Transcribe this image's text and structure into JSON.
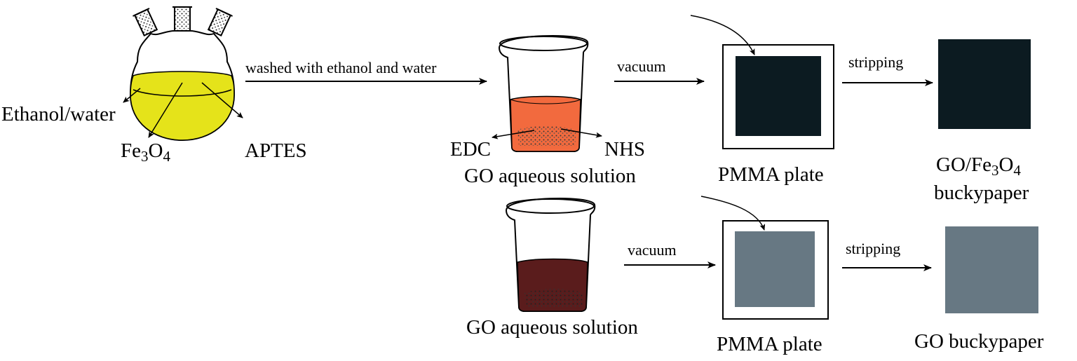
{
  "flask": {
    "solvent_label": "Ethanol/water",
    "magnetite_label": "Fe3O4",
    "magnetite_main": "Fe",
    "magnetite_sub1": "3",
    "magnetite_o": "O",
    "magnetite_sub2": "4",
    "silane_label": "APTES",
    "liquid_color": "#e5e31a"
  },
  "step_wash": {
    "label": "washed with ethanol and water"
  },
  "beaker_top": {
    "left_label": "EDC",
    "right_label": "NHS",
    "caption": "GO aqueous solution",
    "liquid_color": "#f26a3e"
  },
  "beaker_bottom": {
    "caption": "GO aqueous solution",
    "liquid_color": "#5a1c1c"
  },
  "vacuum_top": {
    "label": "vacuum"
  },
  "vacuum_bottom": {
    "label": "vacuum"
  },
  "plate_top": {
    "caption": "PMMA plate",
    "film_color": "#0c1b21"
  },
  "plate_bottom": {
    "caption": "PMMA plate",
    "film_color": "#677883"
  },
  "stripping_top": {
    "label": "stripping"
  },
  "stripping_bottom": {
    "label": "stripping"
  },
  "product_top": {
    "caption_line1": "GO/Fe3O4",
    "caption_prefix": "GO/Fe",
    "caption_sub1": "3",
    "caption_o": "O",
    "caption_sub2": "4",
    "caption_line2": "buckypaper",
    "color": "#0c1b21"
  },
  "product_bottom": {
    "caption": "GO buckypaper",
    "color": "#677883"
  }
}
